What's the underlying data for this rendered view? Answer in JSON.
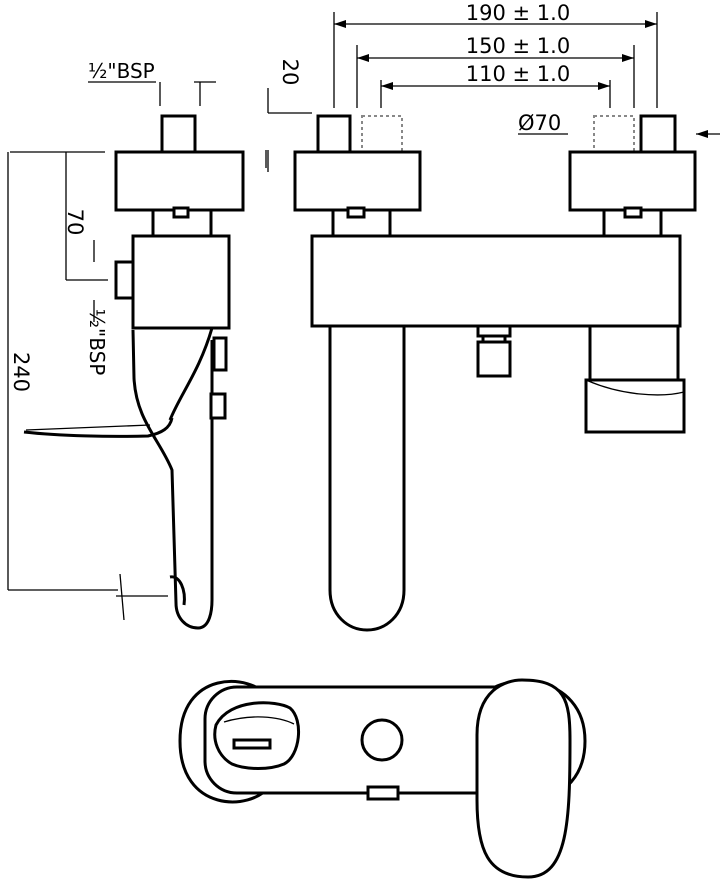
{
  "colors": {
    "line": "#000000",
    "hidden_line": "#888888",
    "background": "#ffffff"
  },
  "dimensions": {
    "d190": "190 ± 1.0",
    "d150": "150 ± 1.0",
    "d110": "110 ± 1.0",
    "d20": "20",
    "d70": "70",
    "d240": "240",
    "diameter": "Ø70",
    "bsp_top": "½\"BSP",
    "bsp_side": "½\"BSP"
  }
}
